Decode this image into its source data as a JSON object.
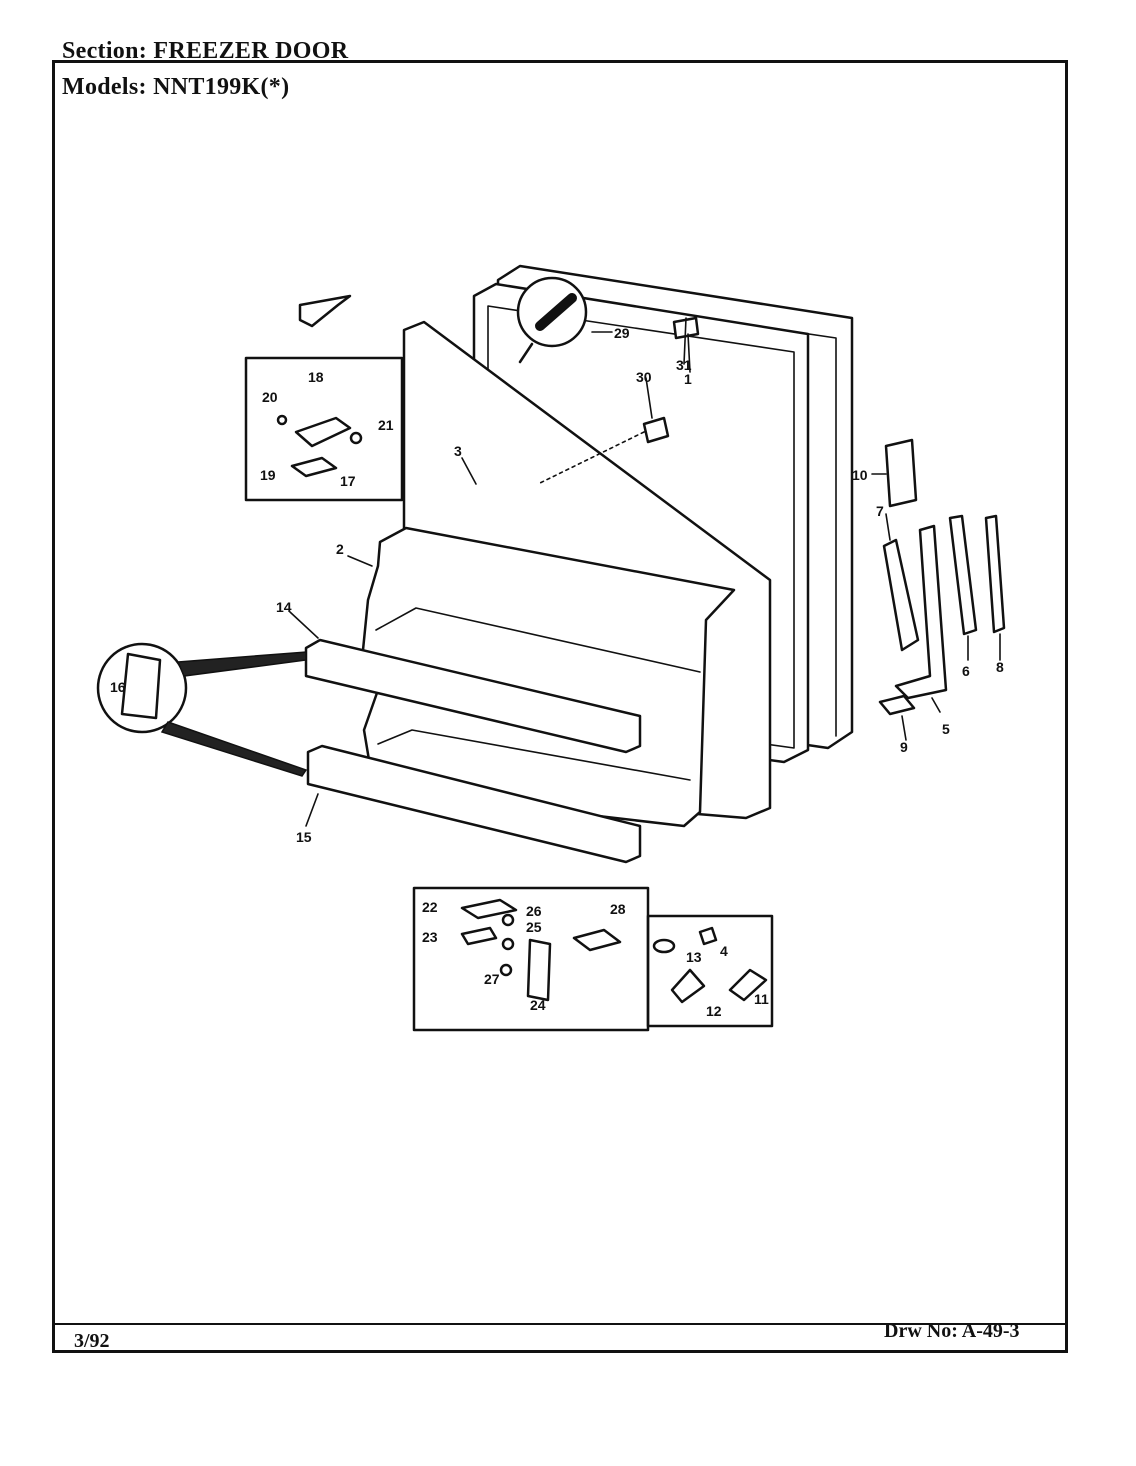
{
  "header": {
    "section_label": "Section:",
    "section_value": "FREEZER DOOR",
    "models_label": "Models:",
    "models_value": "NNT199K(*)"
  },
  "footer": {
    "date_code": "3/92",
    "drawing_label": "Drw No:",
    "drawing_value": "A-49-3"
  },
  "callouts": {
    "p1": "1",
    "p2": "2",
    "p3": "3",
    "p4": "4",
    "p5": "5",
    "p6": "6",
    "p7": "7",
    "p8": "8",
    "p9": "9",
    "p10": "10",
    "p11": "11",
    "p12": "12",
    "p13": "13",
    "p14": "14",
    "p15": "15",
    "p16": "16",
    "p17": "17",
    "p18": "18",
    "p19": "19",
    "p20": "20",
    "p21": "21",
    "p22": "22",
    "p23": "23",
    "p24": "24",
    "p25": "25",
    "p26": "26",
    "p27": "27",
    "p28": "28",
    "p29": "29",
    "p30": "30",
    "p31": "31"
  }
}
